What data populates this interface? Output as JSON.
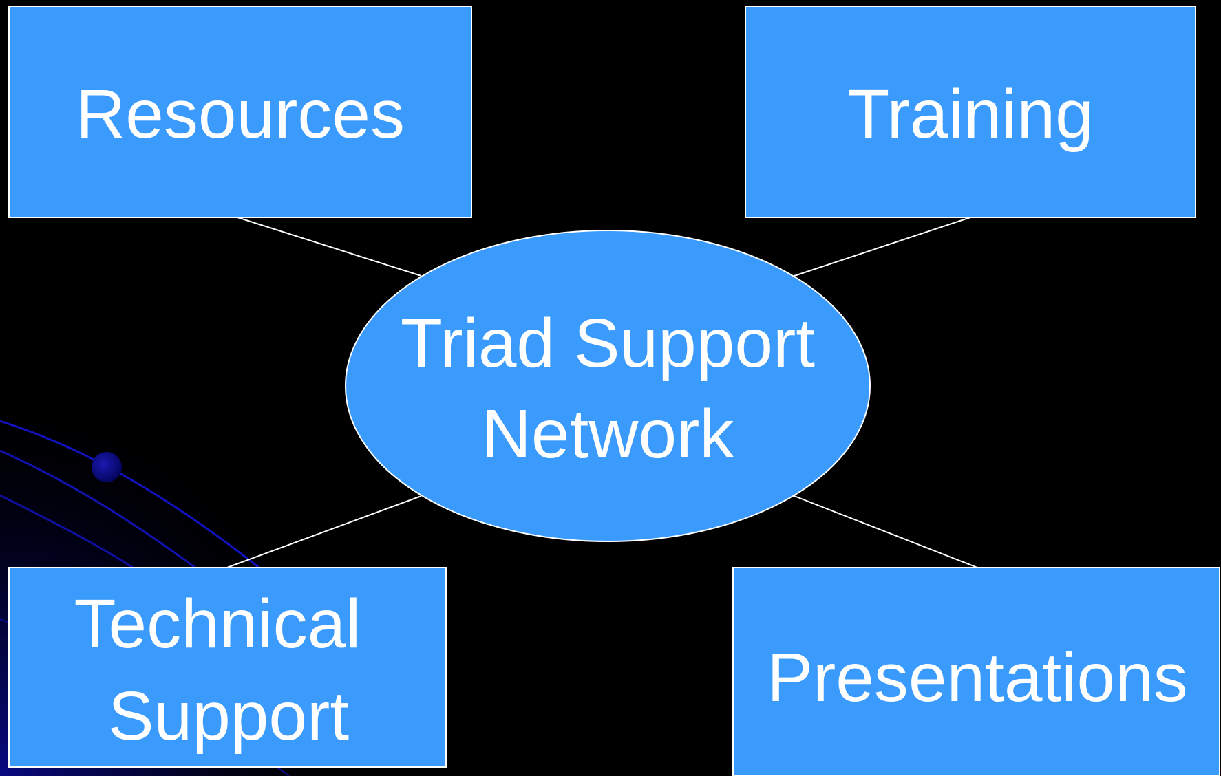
{
  "diagram": {
    "center": {
      "line1": "Triad Support",
      "line2": "Network"
    },
    "nodes": {
      "resources": "Resources",
      "training": "Training",
      "technical_line1": "Technical",
      "technical_line2": "Support",
      "presentations": "Presentations"
    }
  },
  "colors": {
    "background": "#000000",
    "node_fill": "#3a9bfd",
    "node_stroke": "#ffffff",
    "connector": "#ffffff",
    "text": "#ffffff",
    "decoration": "#0a0aa0"
  }
}
